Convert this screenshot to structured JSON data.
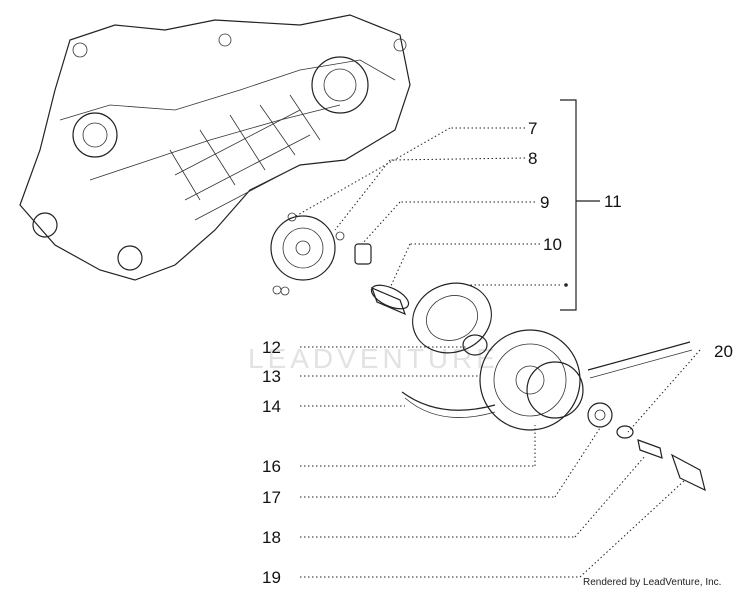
{
  "watermark": "LEADVENTURE",
  "credit": "Rendered by LeadVenture, Inc.",
  "labels": {
    "l7": "7",
    "l8": "8",
    "l9": "9",
    "l10": "10",
    "l11": "11",
    "l12": "12",
    "l13": "13",
    "l14": "14",
    "l16": "16",
    "l17": "17",
    "l18": "18",
    "l19": "19",
    "l20": "20"
  },
  "icons": {
    "crankcase": "engine-crankcase-icon",
    "variator": "variator-plate-icon",
    "pulley": "drive-pulley-icon",
    "clutch": "clutch-bell-icon"
  }
}
